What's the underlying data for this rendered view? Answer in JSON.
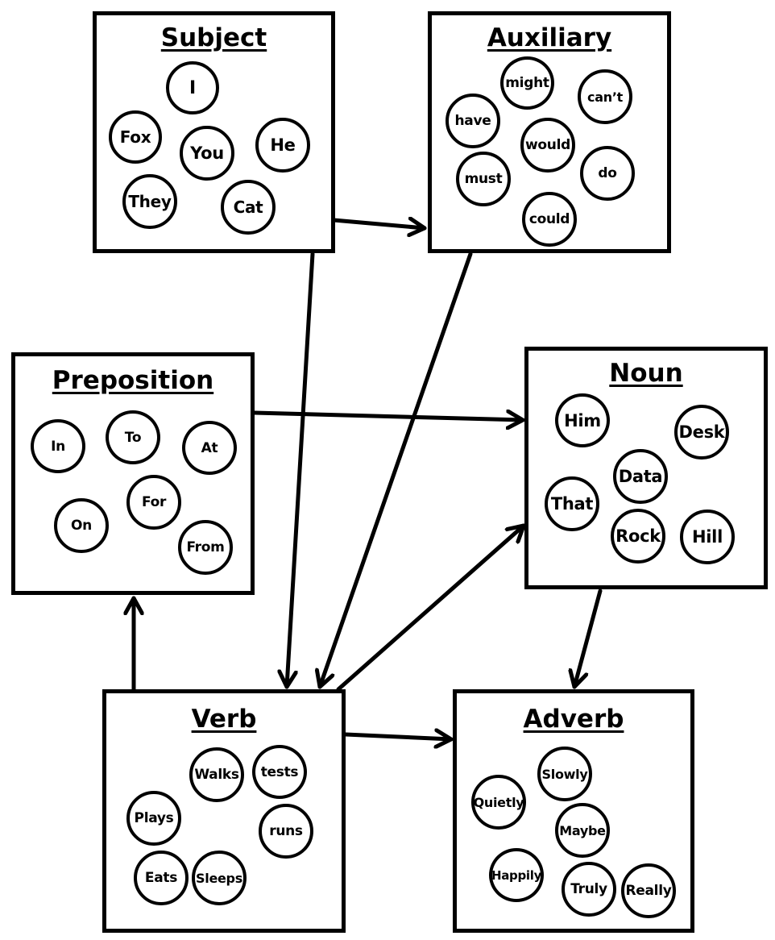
{
  "boxes": {
    "subject": {
      "title": "Subject",
      "words": [
        "I",
        "Fox",
        "You",
        "He",
        "They",
        "Cat"
      ]
    },
    "auxiliary": {
      "title": "Auxiliary",
      "words": [
        "might",
        "can’t",
        "have",
        "would",
        "do",
        "must",
        "could"
      ]
    },
    "preposition": {
      "title": "Preposition",
      "words": [
        "In",
        "To",
        "At",
        "For",
        "On",
        "From"
      ]
    },
    "noun": {
      "title": "Noun",
      "words": [
        "Him",
        "Desk",
        "Data",
        "That",
        "Rock",
        "Hill"
      ]
    },
    "verb": {
      "title": "Verb",
      "words": [
        "Walks",
        "tests",
        "Plays",
        "runs",
        "Eats",
        "Sleeps"
      ]
    },
    "adverb": {
      "title": "Adverb",
      "words": [
        "Slowly",
        "Quietly",
        "Maybe",
        "Happily",
        "Truly",
        "Really"
      ]
    }
  },
  "connections": [
    {
      "from": "Subject",
      "to": "Auxiliary"
    },
    {
      "from": "Subject",
      "to": "Verb"
    },
    {
      "from": "Auxiliary",
      "to": "Verb"
    },
    {
      "from": "Preposition",
      "to": "Noun"
    },
    {
      "from": "Verb",
      "to": "Preposition"
    },
    {
      "from": "Verb",
      "to": "Noun"
    },
    {
      "from": "Verb",
      "to": "Adverb"
    },
    {
      "from": "Noun",
      "to": "Adverb"
    }
  ]
}
